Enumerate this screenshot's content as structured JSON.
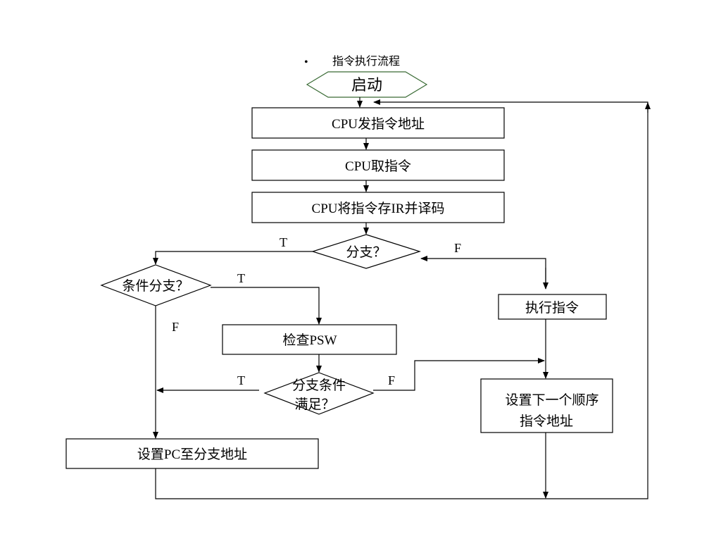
{
  "title": {
    "bullet": "•",
    "text": "指令执行流程"
  },
  "nodes": {
    "start": "启动",
    "send_address": "CPU发指令地址",
    "fetch": "CPU取指令",
    "store_decode": "CPU将指令存IR并译码",
    "branch_q": "分支？",
    "cond_branch_q": "条件分支？",
    "execute": "执行指令",
    "check_psw": "检查PSW",
    "cond_met_line1": "分支条件",
    "cond_met_line2": "满足？",
    "next_seq_line1": "设置下一个顺序",
    "next_seq_line2": "指令地址",
    "set_pc": "设置PC至分支地址"
  },
  "labels": {
    "branch_true": "T",
    "branch_false": "F",
    "cond_true": "T",
    "cond_false": "F",
    "met_true": "T",
    "met_false": "F"
  },
  "colors": {
    "start_border": "#3a6b35"
  }
}
